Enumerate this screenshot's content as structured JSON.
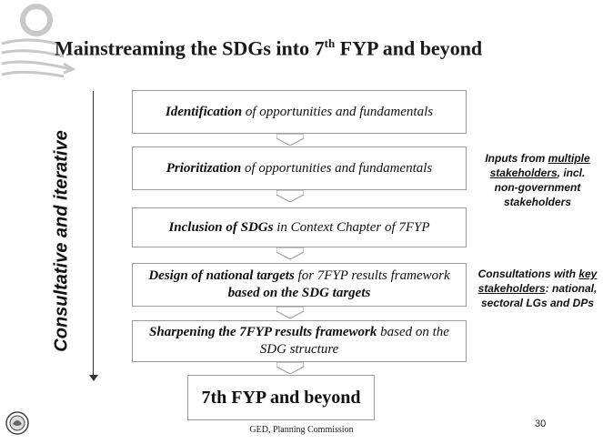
{
  "title": {
    "main": "Mainstreaming the SDGs into 7",
    "sup": "th",
    "rest": " FYP and beyond"
  },
  "side_label": "Consultative and iterative",
  "steps": [
    {
      "bold": "Identification",
      "text": " of opportunities and fundamentals"
    },
    {
      "bold": "Prioritization",
      "text": " of opportunities and fundamentals"
    },
    {
      "bold": "Inclusion of SDGs",
      "text": " in Context Chapter of 7FYP"
    },
    {
      "bold": "Design of national targets",
      "text": " for 7FYP results framework ",
      "bold2": "based on the SDG targets"
    },
    {
      "bold": "Sharpening the 7FYP results framework",
      "text": " based on the SDG structure"
    }
  ],
  "final_box": "7th FYP and beyond",
  "note1": {
    "a": "Inputs from ",
    "u": "multiple stakeholders",
    "b": ", incl. non-government stakeholders"
  },
  "note2": {
    "a": "Consultations with ",
    "u": "key stakeholders",
    "b": ": national, sectoral LGs and DPs"
  },
  "footer": "GED, Planning Commission",
  "page_number": "30",
  "icons": [
    "circle-ring-icon",
    "swoosh-arrows-icon",
    "chevron-down-icon",
    "government-seal-icon"
  ]
}
